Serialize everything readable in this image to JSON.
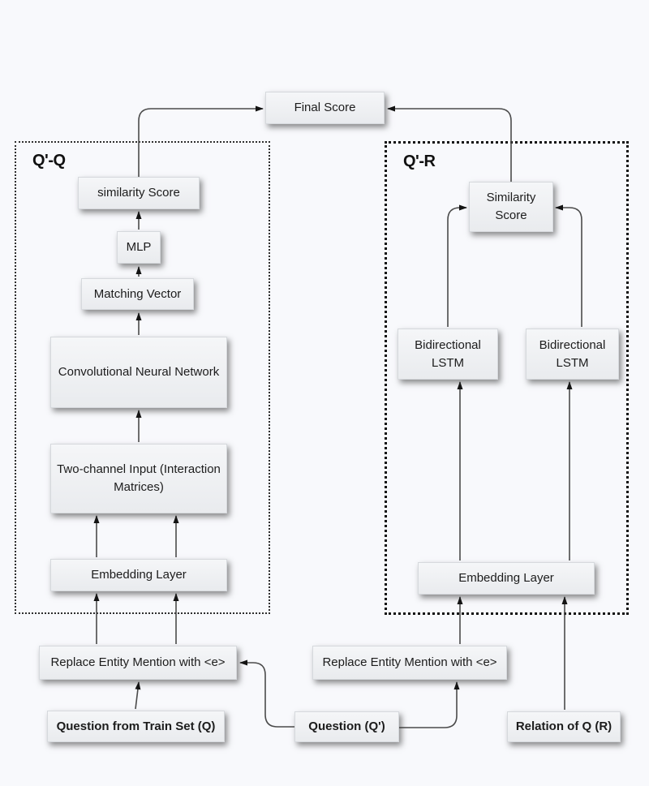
{
  "diagram": {
    "final_score": "Final Score",
    "qq_group": {
      "label": "Q'-Q",
      "similarity": "similarity Score",
      "mlp": "MLP",
      "matching_vector": "Matching Vector",
      "cnn": "Convolutional Neural Network",
      "two_channel": "Two-channel Input (Interaction Matrices)",
      "embedding": "Embedding Layer"
    },
    "qr_group": {
      "label": "Q'-R",
      "similarity": "Similarity Score",
      "bilstm_left": "Bidirectional LSTM",
      "bilstm_right": "Bidirectional LSTM",
      "embedding": "Embedding Layer"
    },
    "inputs": {
      "replace_left": "Replace Entity Mention with <e>",
      "replace_right": "Replace Entity Mention with <e>",
      "question_train": "Question from Train Set (Q)",
      "question_prime": "Question (Q')",
      "relation": "Relation of Q (R)"
    },
    "colors": {
      "background": "#f8f9fc",
      "node_fill_top": "#f5f6f8",
      "node_fill_bottom": "#e9ebee",
      "node_border": "#d6d9dd",
      "wire": "#4b4b4b",
      "arrowhead": "#141414",
      "container_border": "#1b1b1b",
      "text": "#1c1c1c"
    }
  }
}
